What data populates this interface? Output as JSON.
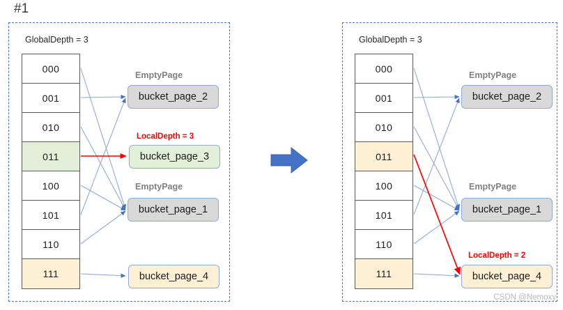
{
  "step_label": "#1",
  "colors": {
    "panel_border": "#4472c4",
    "link_blue": "#8faadc",
    "link_red": "#ff0000",
    "arrow_blue": "#4472c4",
    "highlight_green": "#e2efd9",
    "highlight_yellow": "#fdf0d5",
    "empty_page_grey": "#d9d9d9",
    "caption_grey": "#808080",
    "text_dark": "#1b1b1b"
  },
  "left_panel": {
    "global_depth_label": "GlobalDepth = 3",
    "directory": [
      {
        "label": "000",
        "fill": "white"
      },
      {
        "label": "001",
        "fill": "white"
      },
      {
        "label": "010",
        "fill": "white"
      },
      {
        "label": "011",
        "fill": "green"
      },
      {
        "label": "100",
        "fill": "white"
      },
      {
        "label": "101",
        "fill": "white"
      },
      {
        "label": "110",
        "fill": "white"
      },
      {
        "label": "111",
        "fill": "yellow"
      }
    ],
    "buckets": [
      {
        "caption": "EmptyPage",
        "caption_kind": "grey",
        "label": "bucket_page_2",
        "fill": "grey"
      },
      {
        "caption": "LocalDepth = 3",
        "caption_kind": "red",
        "label": "bucket_page_3",
        "fill": "green"
      },
      {
        "caption": "EmptyPage",
        "caption_kind": "grey",
        "label": "bucket_page_1",
        "fill": "grey"
      },
      {
        "caption": "",
        "caption_kind": "none",
        "label": "bucket_page_4",
        "fill": "yellow"
      }
    ]
  },
  "right_panel": {
    "global_depth_label": "GlobalDepth = 3",
    "directory": [
      {
        "label": "000",
        "fill": "white"
      },
      {
        "label": "001",
        "fill": "white"
      },
      {
        "label": "010",
        "fill": "white"
      },
      {
        "label": "011",
        "fill": "yellow"
      },
      {
        "label": "100",
        "fill": "white"
      },
      {
        "label": "101",
        "fill": "white"
      },
      {
        "label": "110",
        "fill": "white"
      },
      {
        "label": "111",
        "fill": "yellow"
      }
    ],
    "buckets": [
      {
        "caption": "EmptyPage",
        "caption_kind": "grey",
        "label": "bucket_page_2",
        "fill": "grey"
      },
      {
        "caption": "EmptyPage",
        "caption_kind": "grey",
        "label": "bucket_page_1",
        "fill": "grey"
      },
      {
        "caption": "LocalDepth = 2",
        "caption_kind": "red",
        "label": "bucket_page_4",
        "fill": "yellow"
      }
    ]
  },
  "transition_arrow": "right-arrow",
  "watermark": "CSDN @Nemoxy"
}
